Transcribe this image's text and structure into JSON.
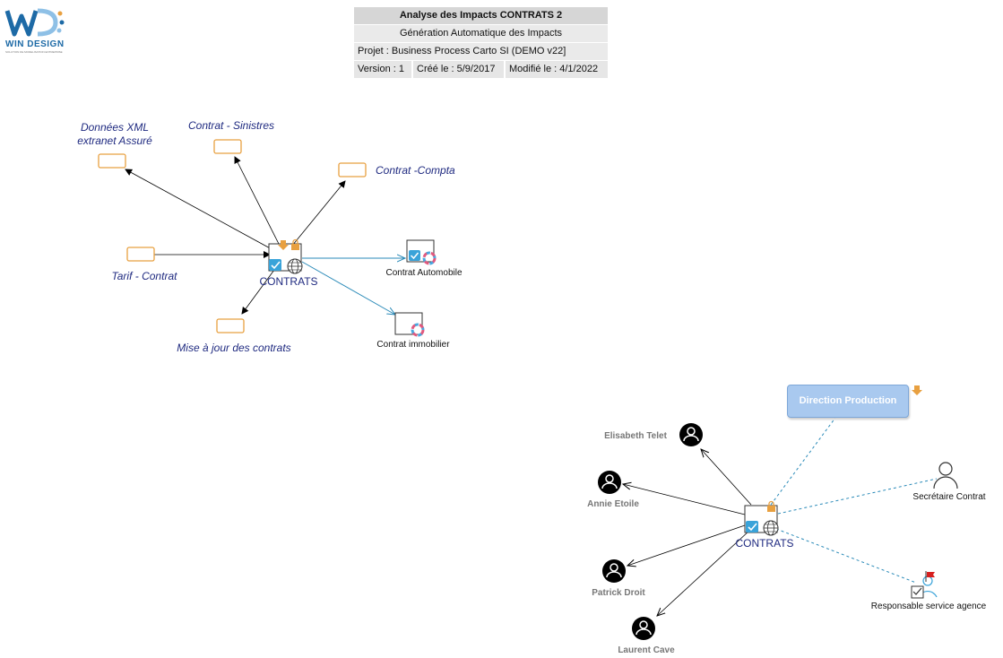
{
  "logo": {
    "text": "WIN DESIGN",
    "sub": "SOLUTION DE MODELISATION ENTREPRISE"
  },
  "header": {
    "title": "Analyse des Impacts CONTRATS 2",
    "subtitle": "Génération Automatique des Impacts",
    "project": "Projet : Business Process Carto SI (DEMO v22]",
    "version": "Version : 1",
    "created": "Créé le : 5/9/2017",
    "modified": "Modifié le : 4/1/2022"
  },
  "diagram1": {
    "center_label": "CONTRATS",
    "flows": [
      {
        "label_l1": "Données XML",
        "label_l2": "extranet Assuré"
      },
      {
        "label": "Contrat - Sinistres"
      },
      {
        "label": "Contrat -Compta"
      },
      {
        "label": "Tarif - Contrat"
      },
      {
        "label": "Mise à jour des contrats"
      }
    ],
    "apps": [
      {
        "label": "Contrat Automobile"
      },
      {
        "label": "Contrat immobilier"
      }
    ]
  },
  "diagram2": {
    "center_label": "CONTRATS",
    "direction": "Direction Production",
    "people": [
      {
        "label": "Elisabeth Telet"
      },
      {
        "label": "Annie Etoile"
      },
      {
        "label": "Patrick Droit"
      },
      {
        "label": "Laurent Cave"
      }
    ],
    "roles": [
      {
        "label": "Secrétaire Contrat"
      },
      {
        "label": "Responsable service agence"
      }
    ]
  },
  "colors": {
    "accent_orange": "#e8a040",
    "flow_label": "#1f2a80",
    "link_blue": "#2a8ab8",
    "direction_box": "#a9c9ef"
  }
}
